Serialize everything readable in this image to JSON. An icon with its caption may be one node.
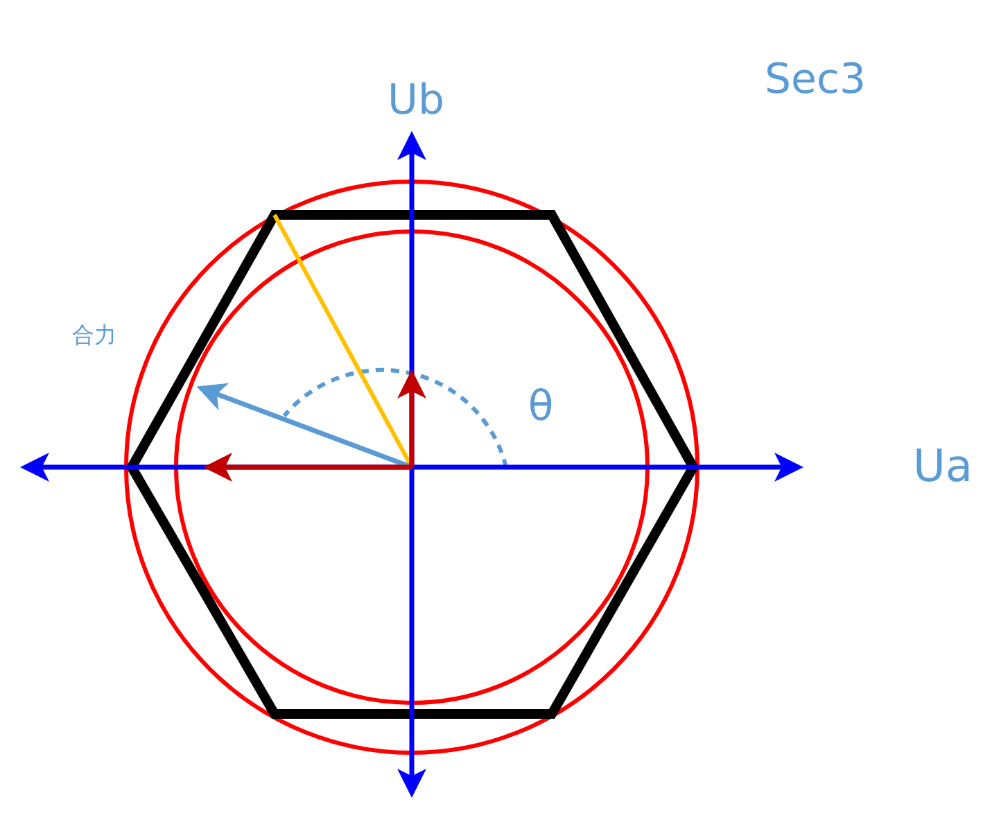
{
  "diagram": {
    "labels": [
      "Sec3",
      "Ub",
      "合力",
      "θ",
      "Ua"
    ]
  }
}
